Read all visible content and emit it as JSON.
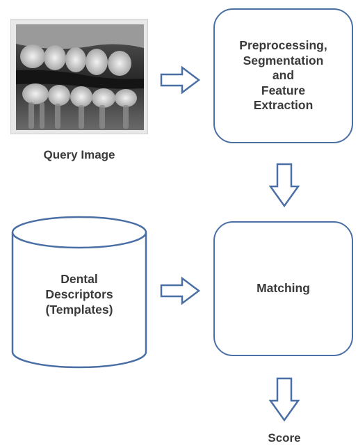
{
  "query_image": {
    "caption": "Query Image",
    "photo_icon": "dental-xray-photo"
  },
  "process_box": {
    "lines": [
      "Preprocessing,",
      "Segmentation",
      "and",
      "Feature",
      "Extraction"
    ]
  },
  "database": {
    "lines": [
      "Dental",
      "Descriptors",
      "(Templates)"
    ]
  },
  "matching_box": {
    "label": "Matching"
  },
  "score": {
    "label": "Score"
  },
  "colors": {
    "outline": "#4a6fa5",
    "text": "#3a3a3a",
    "background": "#ffffff"
  }
}
